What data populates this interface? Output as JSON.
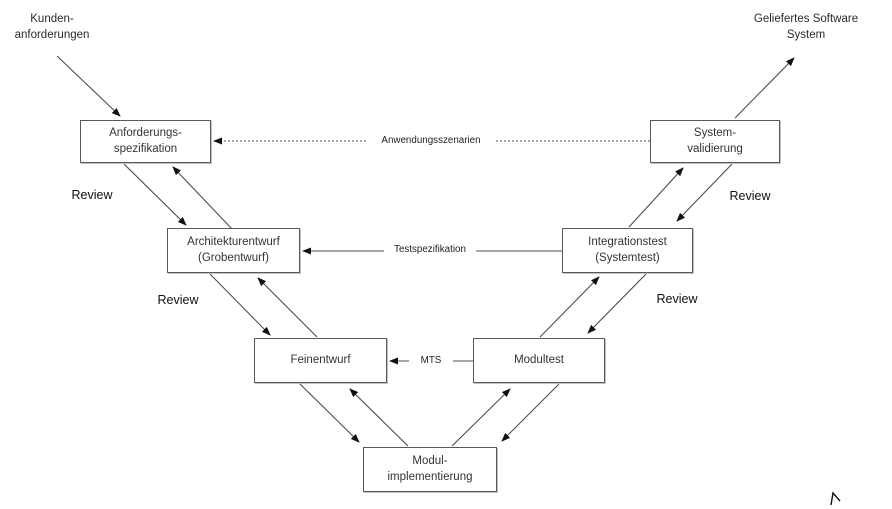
{
  "diagram_type": "v-model",
  "colors": {
    "box_border": "#595959",
    "line": "#4d4d4d",
    "arrowhead": "#111111",
    "text": "#333333"
  },
  "nodes": {
    "anforderungsspezifikation": {
      "label": "Anforderungs-\nspezifikation"
    },
    "systemvalidierung": {
      "label": "System-\nvalidierung"
    },
    "architekturentwurf": {
      "label": "Architekturentwurf\n(Grobentwurf)"
    },
    "integrationstest": {
      "label": "Integrationstest\n(Systemtest)"
    },
    "feinentwurf": {
      "label": "Feinentwurf"
    },
    "modultest": {
      "label": "Modultest"
    },
    "modulimplementierung": {
      "label": "Modul-\nimplementierung"
    }
  },
  "endpoints": {
    "kundenanforderungen": {
      "label": "Kunden-\nanforderungen"
    },
    "geliefertes_software_system": {
      "label": "Geliefertes Software\nSystem"
    }
  },
  "connectors": {
    "anwendungsszenarien": {
      "label": "Anwendungsszenarien",
      "style": "dashed",
      "direction": "right-to-left"
    },
    "testspezifikation": {
      "label": "Testspezifikation",
      "style": "solid",
      "direction": "right-to-left"
    },
    "mts": {
      "label": "MTS",
      "style": "solid",
      "direction": "right-to-left"
    }
  },
  "reviews": {
    "left_top": "Review",
    "left_middle": "Review",
    "right_top": "Review",
    "right_middle": "Review"
  }
}
